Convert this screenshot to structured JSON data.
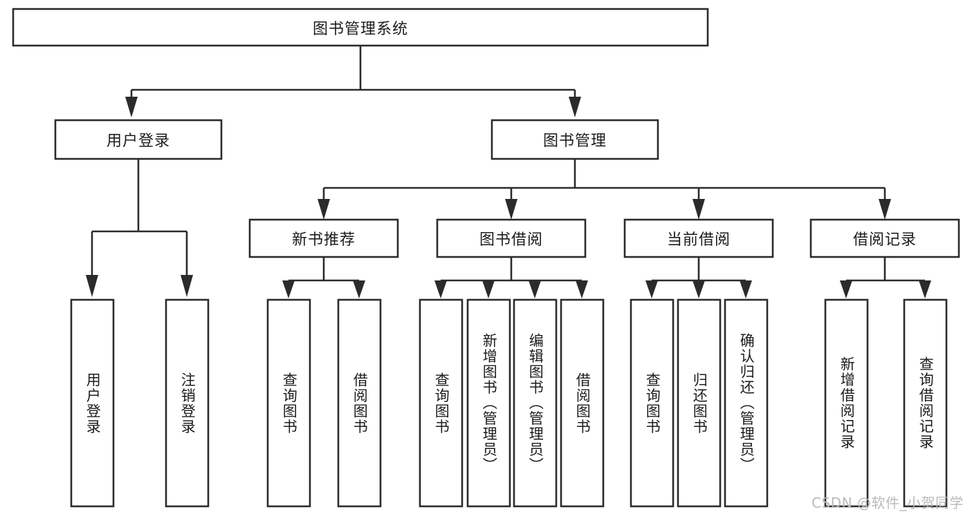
{
  "diagram": {
    "title": "图书管理系统",
    "type": "tree",
    "orientation": "top-down",
    "colors": {
      "box_fill": "#ffffff",
      "box_stroke": "#2b2b2b",
      "connector": "#2b2b2b",
      "text": "#1c1c1c",
      "watermark": "#b9b9b9",
      "background": "#ffffff"
    },
    "root": {
      "label": "图书管理系统",
      "text_direction": "horizontal"
    },
    "level2": [
      {
        "label": "用户登录",
        "text_direction": "horizontal"
      },
      {
        "label": "图书管理",
        "text_direction": "horizontal"
      }
    ],
    "level3": [
      {
        "label": "新书推荐",
        "text_direction": "horizontal",
        "parent": "图书管理"
      },
      {
        "label": "图书借阅",
        "text_direction": "horizontal",
        "parent": "图书管理"
      },
      {
        "label": "当前借阅",
        "text_direction": "horizontal",
        "parent": "图书管理"
      },
      {
        "label": "借阅记录",
        "text_direction": "horizontal",
        "parent": "图书管理"
      }
    ],
    "leaves": {
      "用户登录": [
        {
          "label": "用户登录",
          "text_direction": "vertical"
        },
        {
          "label": "注销登录",
          "text_direction": "vertical"
        }
      ],
      "新书推荐": [
        {
          "label": "查询图书",
          "text_direction": "vertical"
        },
        {
          "label": "借阅图书",
          "text_direction": "vertical"
        }
      ],
      "图书借阅": [
        {
          "label": "查询图书",
          "text_direction": "vertical"
        },
        {
          "label": "新增图书（管理员）",
          "text_direction": "vertical"
        },
        {
          "label": "编辑图书（管理员）",
          "text_direction": "vertical"
        },
        {
          "label": "借阅图书",
          "text_direction": "vertical"
        }
      ],
      "当前借阅": [
        {
          "label": "查询图书",
          "text_direction": "vertical"
        },
        {
          "label": "归还图书",
          "text_direction": "vertical"
        },
        {
          "label": "确认归还（管理员）",
          "text_direction": "vertical"
        }
      ],
      "借阅记录": [
        {
          "label": "新增借阅记录",
          "text_direction": "vertical"
        },
        {
          "label": "查询借阅记录",
          "text_direction": "vertical"
        }
      ]
    }
  },
  "watermark": {
    "text": "CSDN @软件_小贺同学"
  }
}
